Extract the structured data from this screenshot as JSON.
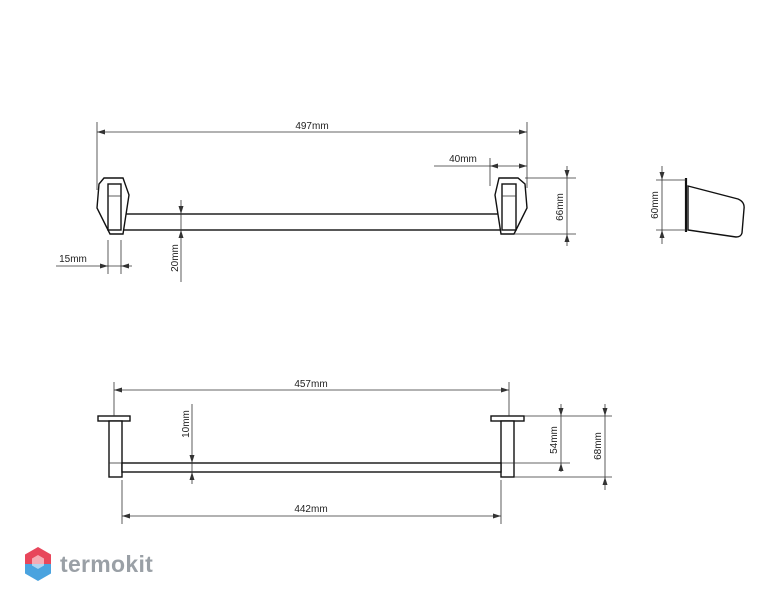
{
  "dimensions": {
    "top_overall_width": "497mm",
    "top_bracket_width": "40mm",
    "top_offset": "15mm",
    "top_bar_height": "20mm",
    "top_height": "66mm",
    "side_height": "60mm",
    "bottom_span": "457mm",
    "bottom_bar_diameter": "10mm",
    "bottom_height_short": "54mm",
    "bottom_height_tall": "68mm",
    "bottom_inner_width": "442mm"
  },
  "brand": {
    "name": "termokit",
    "colors": {
      "text": "#9aa0a6",
      "logo_top": "#e8465b",
      "logo_bottom": "#4aa3df"
    }
  }
}
